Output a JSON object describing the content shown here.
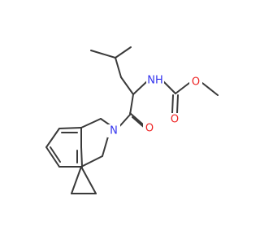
{
  "atom_labels": {
    "carbamate_nh": "NH",
    "carbamate_carbonyl_o": "O",
    "ester_o": "O",
    "amide_carbonyl_o": "O",
    "ring_n": "N"
  },
  "colors": {
    "bond": "#3a3a3a",
    "nitrogen": "#3333ee",
    "oxygen": "#ee2222",
    "background": "#ffffff"
  }
}
